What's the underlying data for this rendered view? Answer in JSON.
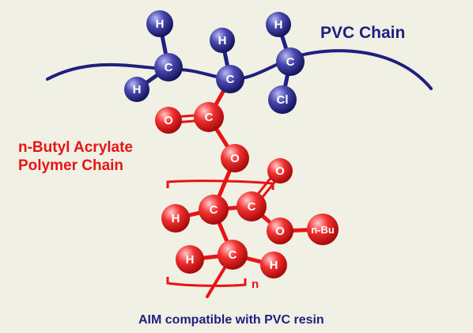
{
  "colors": {
    "background": "#f0f0e4",
    "pvc": "#1f1f80",
    "pvc_atom": "#3a3aa6",
    "acrylate": "#e81414",
    "acrylate_atom": "#f22a2a",
    "caption": "#1f1f80"
  },
  "labels": {
    "pvc_chain": "PVC Chain",
    "nba_line1": "n-Butyl Acrylate",
    "nba_line2": "Polymer Chain",
    "repeat_n": "n",
    "caption": "AIM compatible with PVC resin"
  },
  "pvc_atoms": [
    {
      "id": "h1",
      "symbol": "H"
    },
    {
      "id": "h2",
      "symbol": "H"
    },
    {
      "id": "h3",
      "symbol": "H"
    },
    {
      "id": "h4",
      "symbol": "H"
    },
    {
      "id": "c1",
      "symbol": "C"
    },
    {
      "id": "c2",
      "symbol": "C"
    },
    {
      "id": "c3",
      "symbol": "C"
    },
    {
      "id": "cl1",
      "symbol": "Cl"
    }
  ],
  "acrylate_atoms": [
    {
      "id": "o1",
      "symbol": "O"
    },
    {
      "id": "c4",
      "symbol": "C"
    },
    {
      "id": "o2",
      "symbol": "O"
    },
    {
      "id": "o3",
      "symbol": "O"
    },
    {
      "id": "c5",
      "symbol": "C"
    },
    {
      "id": "c6",
      "symbol": "C"
    },
    {
      "id": "o4",
      "symbol": "O"
    },
    {
      "id": "nbu",
      "symbol": "n-Bu"
    },
    {
      "id": "h5",
      "symbol": "H"
    },
    {
      "id": "c7",
      "symbol": "C"
    },
    {
      "id": "h6",
      "symbol": "H"
    },
    {
      "id": "h7",
      "symbol": "H"
    }
  ]
}
